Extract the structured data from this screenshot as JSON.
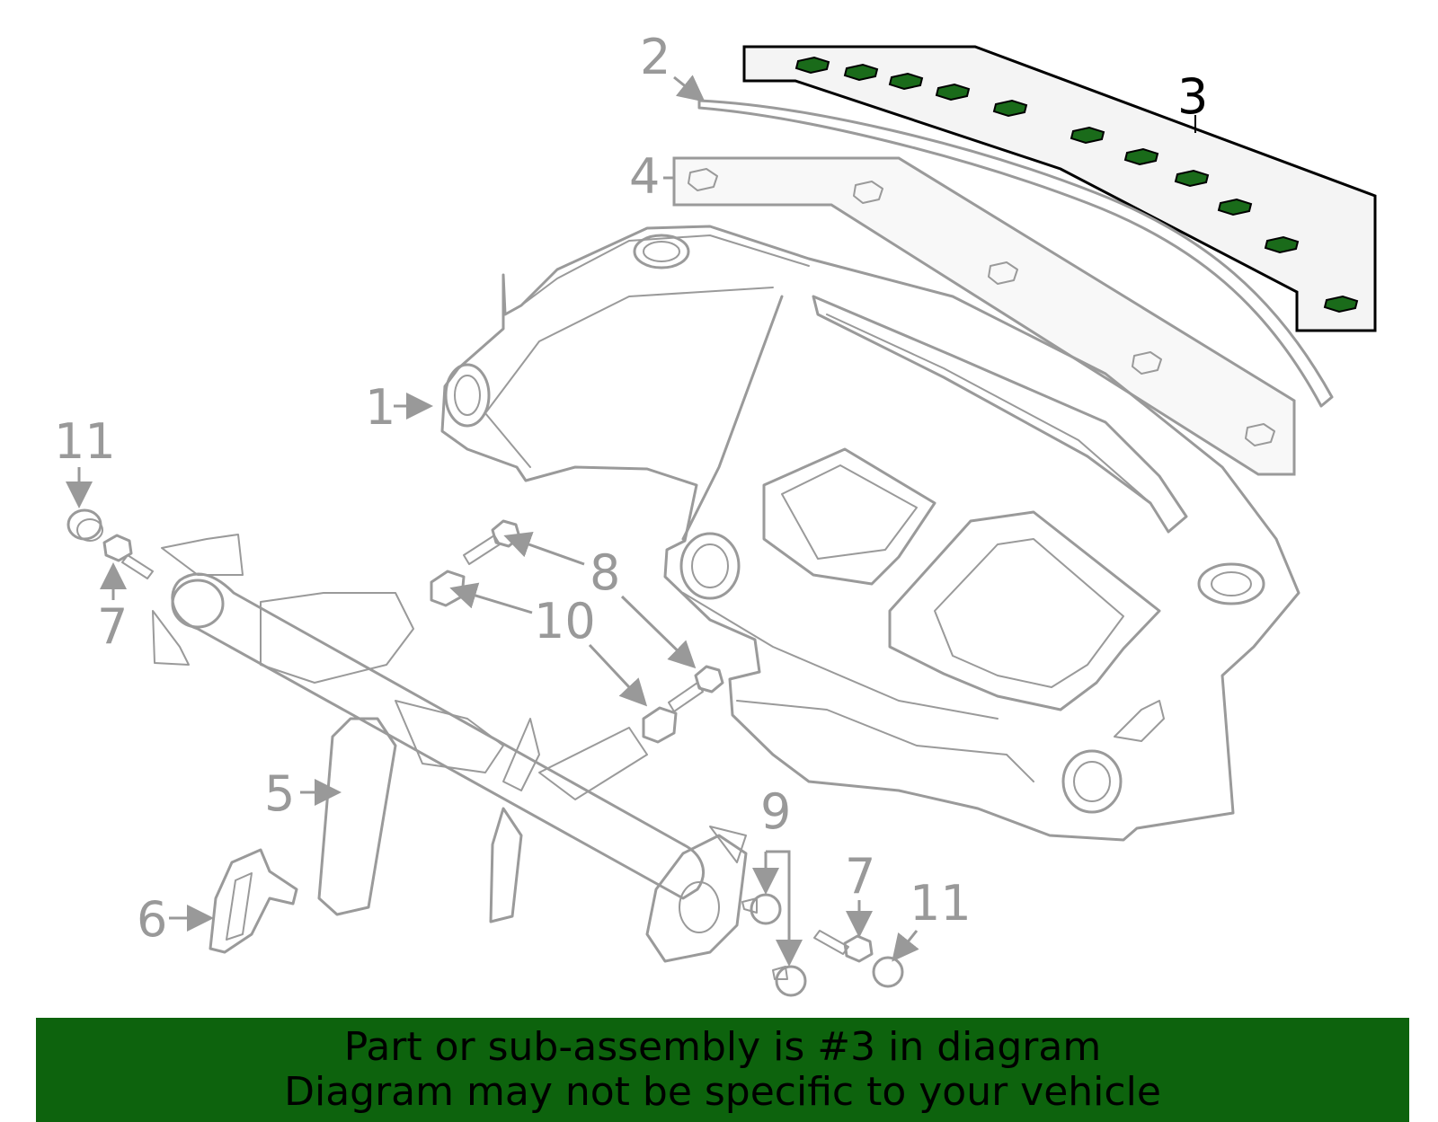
{
  "callouts": {
    "c1": "1",
    "c2": "2",
    "c3": "3",
    "c4": "4",
    "c5": "5",
    "c6": "6",
    "c7a": "7",
    "c7b": "7",
    "c8": "8",
    "c9": "9",
    "c10": "10",
    "c11a": "11",
    "c11b": "11"
  },
  "highlight_color": "#1a6b1a",
  "banner": {
    "line1": "Part or sub-assembly is #3 in diagram",
    "line2": "Diagram may not be specific to your vehicle",
    "color": "#0d630d"
  }
}
